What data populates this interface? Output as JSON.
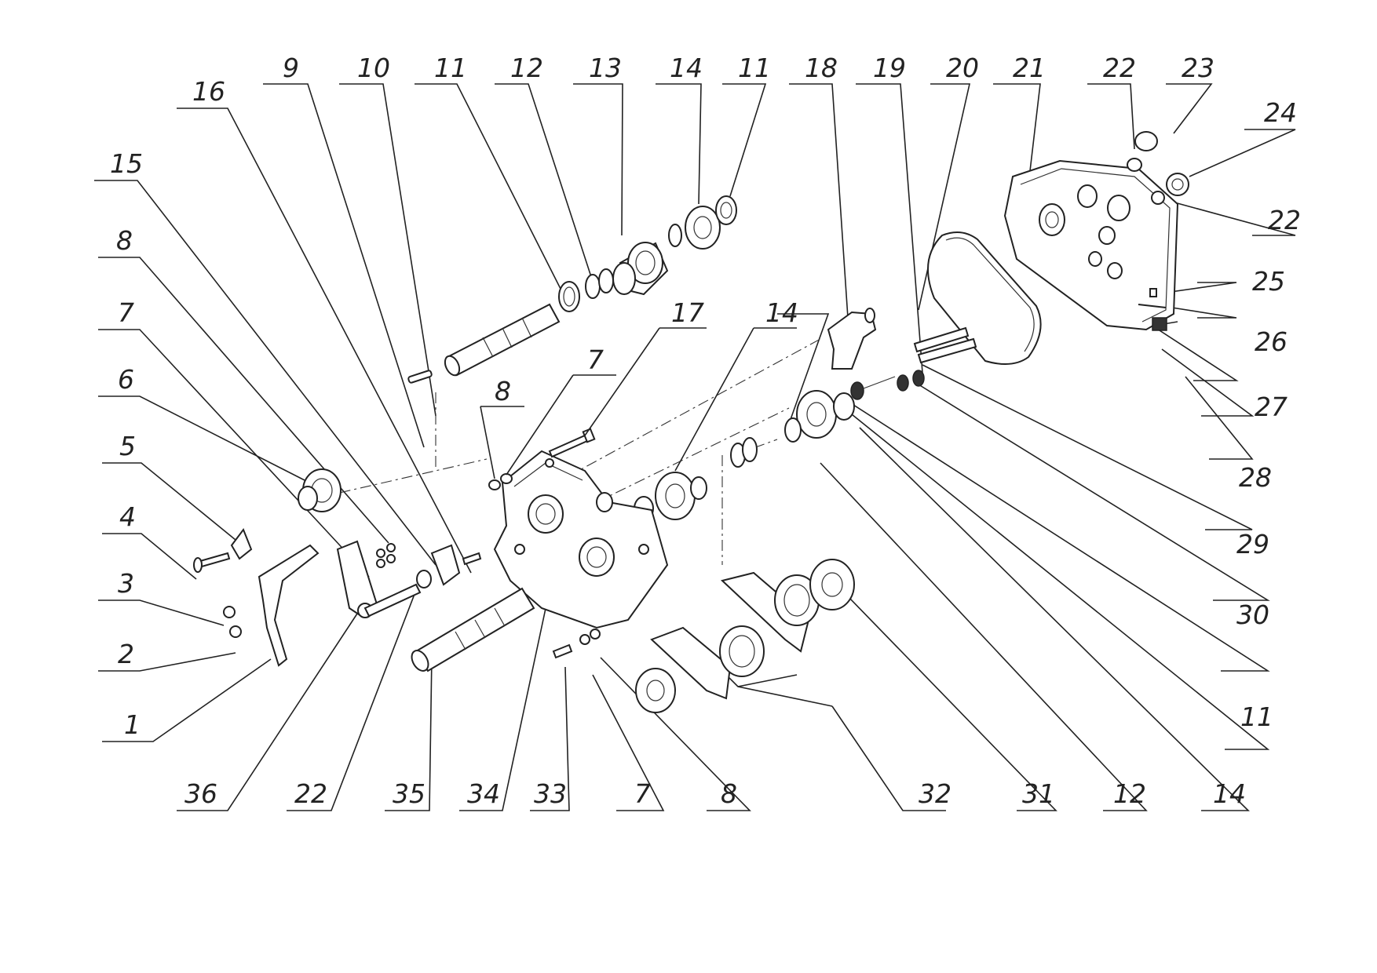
{
  "diagram": {
    "callouts": [
      "1",
      "2",
      "3",
      "4",
      "5",
      "6",
      "7",
      "8",
      "9",
      "10",
      "11",
      "12",
      "13",
      "14",
      "15",
      "16",
      "17",
      "18",
      "19",
      "20",
      "21",
      "22",
      "23",
      "24",
      "25",
      "26",
      "27",
      "28",
      "29",
      "30",
      "31",
      "32",
      "33",
      "34",
      "35",
      "36"
    ],
    "repeat_callouts": [
      "7",
      "8",
      "11",
      "12",
      "14",
      "22"
    ]
  }
}
